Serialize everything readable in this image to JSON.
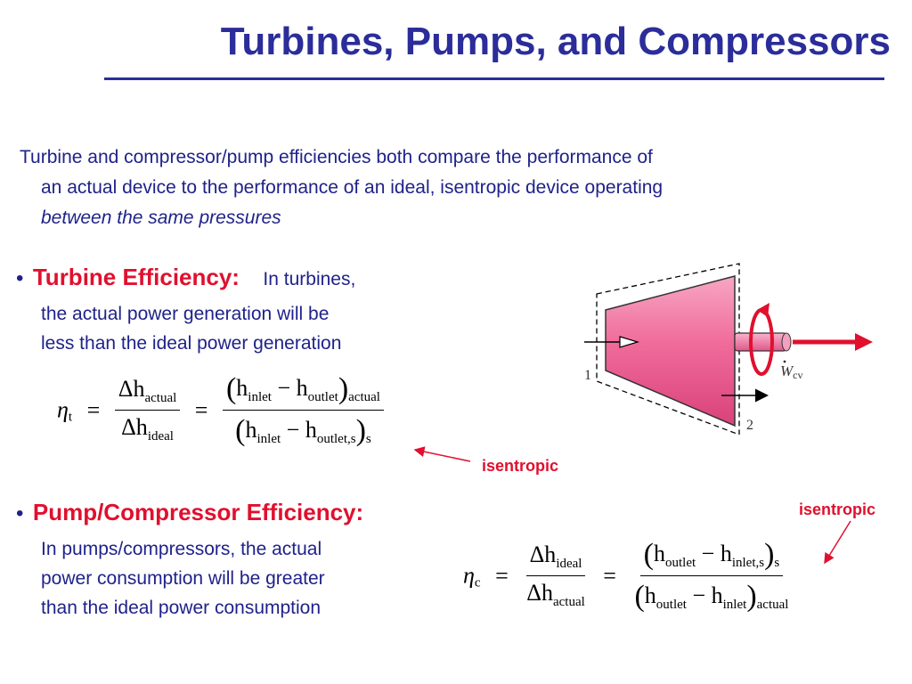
{
  "title": "Turbines, Pumps, and Compressors",
  "intro": {
    "line1": "Turbine and compressor/pump efficiencies both compare the performance of",
    "line2": "an actual device to the performance of an ideal, isentropic device operating",
    "line3_italic": "between the same pressures"
  },
  "turbine": {
    "bullet": "•",
    "heading": "Turbine Efficiency:",
    "lead": "In turbines,",
    "line2": "the actual power generation will be",
    "line3": "less than the ideal power generation"
  },
  "pump": {
    "bullet": "•",
    "heading": "Pump/Compressor Efficiency:",
    "line1": "In pumps/compressors, the actual",
    "line2": "power consumption will be greater",
    "line3": "than the ideal power consumption"
  },
  "annotations": {
    "isentropic_1": "isentropic",
    "isentropic_2": "isentropic"
  },
  "diagram": {
    "inlet_label": "1",
    "outlet_label": "2",
    "work_label": "W",
    "work_sub": "cv"
  },
  "colors": {
    "title": "#2b2d9a",
    "heading": "#e0102e",
    "text": "#1f228a",
    "turbine_fill": "#f06b9a"
  }
}
